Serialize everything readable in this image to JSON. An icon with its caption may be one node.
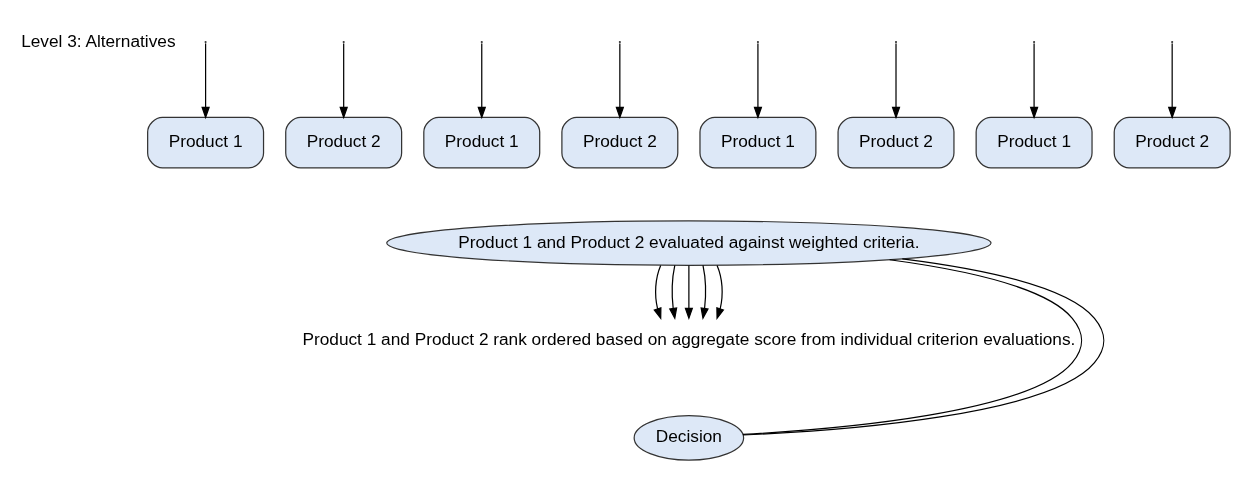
{
  "diagram": {
    "nodes": [
      {
        "text": [
          "Product 1"
        ]
      },
      {
        "text": [
          "Product 2"
        ]
      },
      {
        "text": [
          "Product 1"
        ]
      },
      {
        "text": [
          "Product 2"
        ]
      },
      {
        "text": [
          "Product 1"
        ]
      },
      {
        "text": [
          "Product 2"
        ]
      },
      {
        "text": [
          "Product 1"
        ]
      },
      {
        "text": [
          "Product 2"
        ]
      },
      {
        "text": [
          "Product 1 and Product 2 evaluated against weighted criteria."
        ]
      },
      {
        "text": [
          "Product 1 and Product 2 rank ordered based on aggregate score from individual criterion evaluations."
        ]
      },
      {
        "text": [
          "Decision"
        ]
      }
    ],
    "edges": [
      {
        "from": null,
        "to": 0,
        "arrow": "to"
      },
      {
        "from": null,
        "to": 1,
        "arrow": "to"
      },
      {
        "from": null,
        "to": 2,
        "arrow": "to"
      },
      {
        "from": null,
        "to": 3,
        "arrow": "to"
      },
      {
        "from": null,
        "to": 4,
        "arrow": "to"
      },
      {
        "from": null,
        "to": 5,
        "arrow": "to"
      },
      {
        "from": null,
        "to": 6,
        "arrow": "to"
      },
      {
        "from": null,
        "to": 7,
        "arrow": "to"
      },
      {
        "from": 8,
        "to": 9,
        "arrow": "to"
      },
      {
        "from": 8,
        "to": 9,
        "arrow": "to"
      },
      {
        "from": 8,
        "to": 9,
        "arrow": "to"
      },
      {
        "from": 8,
        "to": 9,
        "arrow": "to"
      },
      {
        "from": 8,
        "to": 9,
        "arrow": "to"
      },
      {
        "from": 8,
        "to": 10,
        "arrow": "none"
      },
      {
        "from": 8,
        "to": 10,
        "arrow": "none"
      }
    ],
    "labels": [
      "Level 3: Alternatives"
    ]
  }
}
